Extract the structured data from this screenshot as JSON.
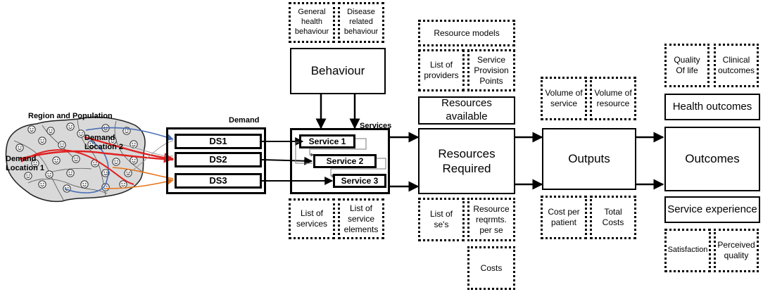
{
  "region": {
    "title": "Region and Population",
    "demand_location_1": "Demand\nLocation 1",
    "demand_location_2": "Demand\nLocation 2"
  },
  "demand": {
    "label": "Demand",
    "items": [
      "DS1",
      "DS2",
      "DS3"
    ]
  },
  "services": {
    "label": "Services",
    "items": [
      "Service 1",
      "Service 2",
      "Service 3"
    ],
    "list_of_services": "List of\nservices",
    "list_of_service_elements": "List of\nservice\nelements"
  },
  "behaviour": {
    "title": "Behaviour",
    "general": "General\nhealth\nbehaviour",
    "disease": "Disease\nrelated\nbehaviour"
  },
  "resources": {
    "resource_models": "Resource models",
    "list_of_providers": "List of\nproviders",
    "service_provision_points": "Service\nProvision\nPoints",
    "resources_available": "Resources available",
    "resources_required": "Resources\nRequired",
    "list_of_ses": "List of\nse's",
    "resource_reqrmts": "Resource\nreqrmts.\nper se",
    "costs": "Costs"
  },
  "outputs": {
    "title": "Outputs",
    "volume_of_service": "Volume of\nservice",
    "volume_of_resource": "Volume of\nresource",
    "cost_per_patient": "Cost per\npatient",
    "total_costs": "Total\nCosts"
  },
  "outcomes": {
    "title": "Outcomes",
    "quality_of_life": "Quality\nOf life",
    "clinical_outcomes": "Clinical\noutcomes",
    "health_outcomes": "Health outcomes",
    "service_experience": "Service experience",
    "satisfaction": "Satisfaction",
    "perceived_quality": "Perceived\nquality"
  },
  "colors": {
    "blue": "#4a6fb5",
    "red": "#e02020",
    "orange": "#e8741a",
    "region_fill": "#d9d9d9",
    "face_fill": "#f2f2f2"
  }
}
